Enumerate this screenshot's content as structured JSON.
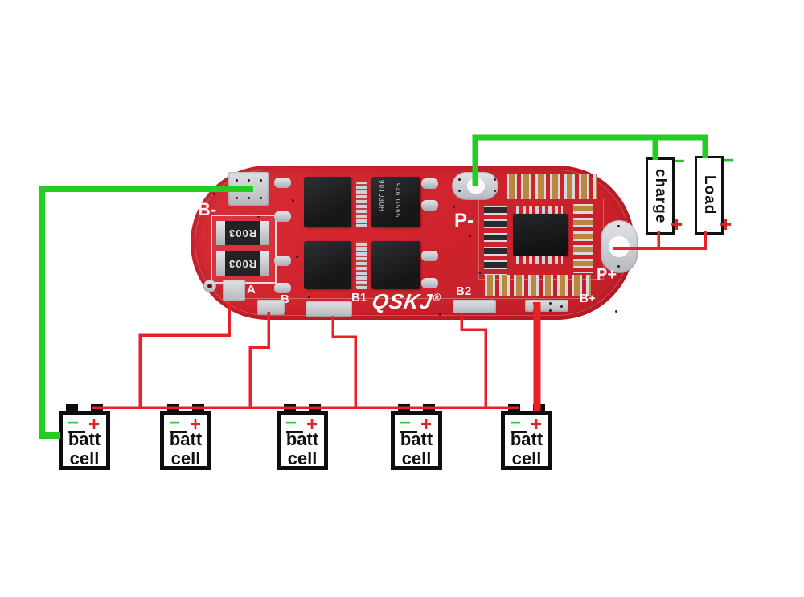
{
  "colors": {
    "board_red": "#d2242e",
    "wire_red": "#e8202a",
    "wire_green": "#23cd23",
    "silver": "#c9ccd1"
  },
  "board": {
    "labels": {
      "b_minus": "B-",
      "a": "A",
      "b": "B",
      "b1": "B1",
      "b2": "B2",
      "b_plus": "B+",
      "p_minus": "P-",
      "p_plus": "P+"
    },
    "logo": {
      "text": "QSKJ",
      "reg": "®"
    },
    "resistors": [
      {
        "value": "R003"
      },
      {
        "value": "R003"
      }
    ],
    "mosfet_marking": {
      "line1": "90T030H",
      "line2": "946 G565"
    }
  },
  "connectors": {
    "charge": {
      "label": "charge",
      "minus": "−",
      "plus": "+"
    },
    "load": {
      "label": "Load",
      "minus": "−",
      "plus": "+"
    }
  },
  "cells": [
    {
      "minus": "−",
      "plus": "+",
      "line1": "batt",
      "line2": "cell"
    },
    {
      "minus": "−",
      "plus": "+",
      "line1": "batt",
      "line2": "cell"
    },
    {
      "minus": "−",
      "plus": "+",
      "line1": "batt",
      "line2": "cell"
    },
    {
      "minus": "−",
      "plus": "+",
      "line1": "batt",
      "line2": "cell"
    },
    {
      "minus": "−",
      "plus": "+",
      "line1": "batt",
      "line2": "cell"
    }
  ]
}
